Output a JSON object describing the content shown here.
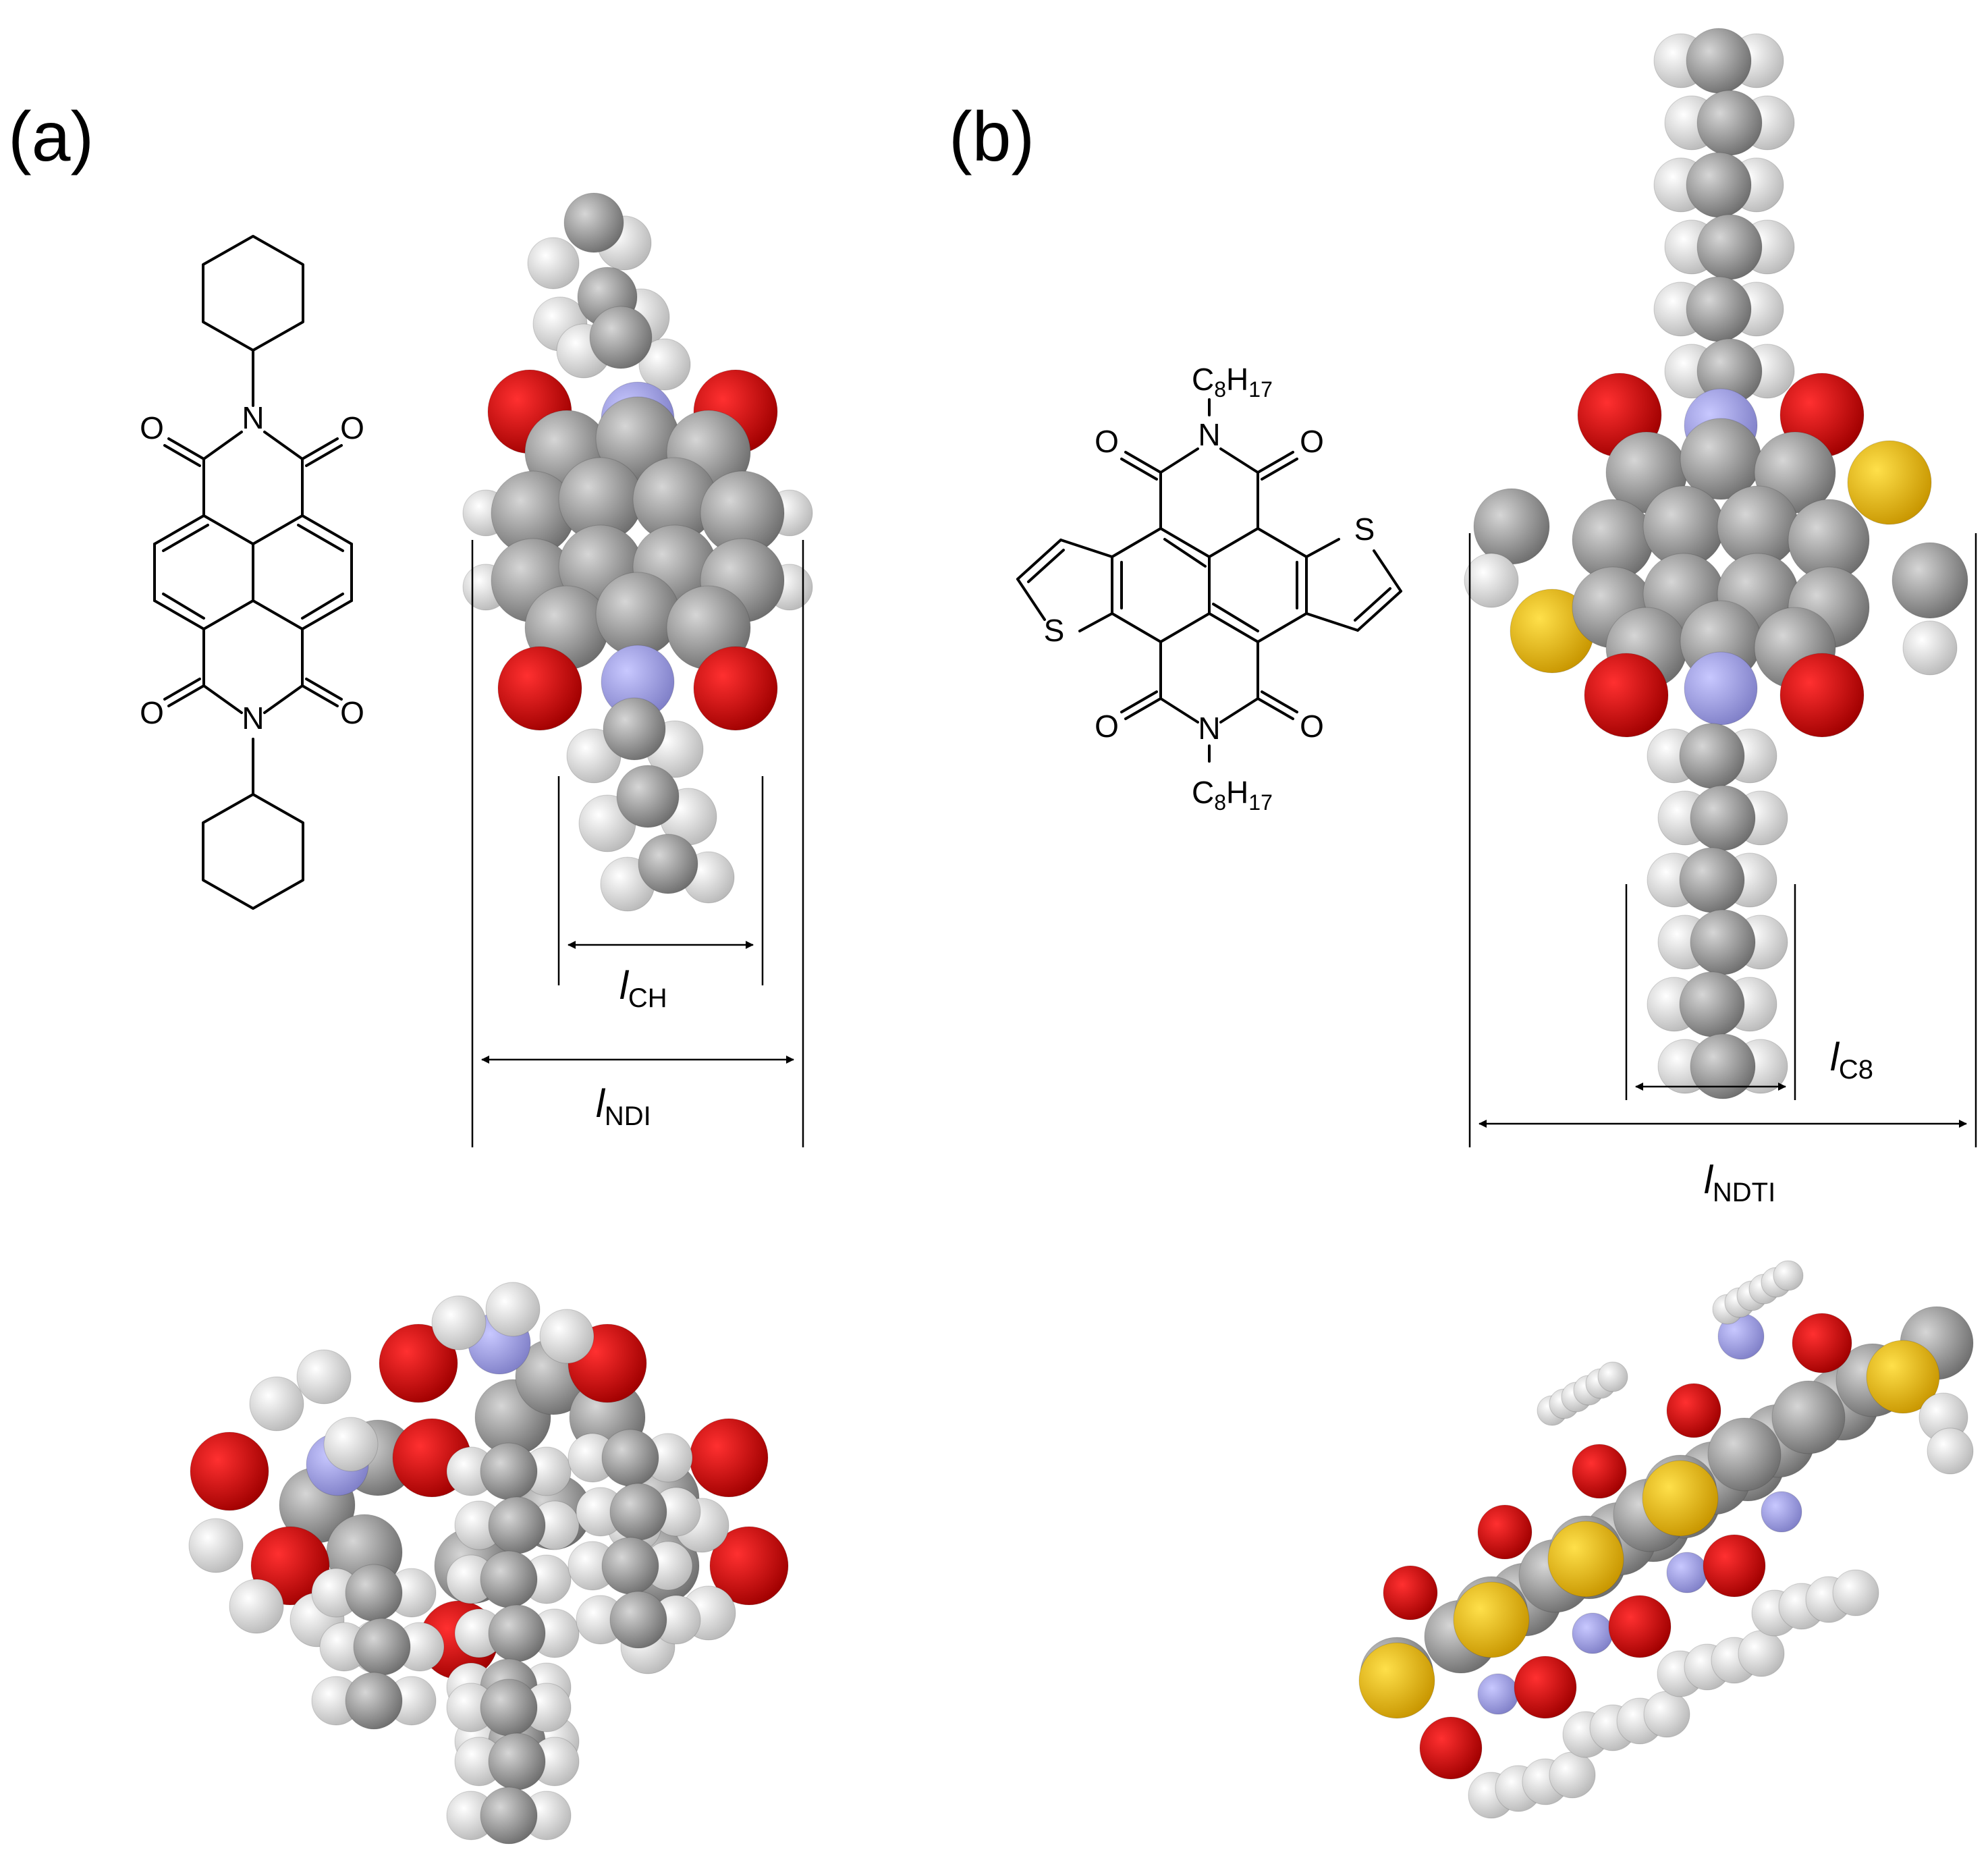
{
  "panels": {
    "a": {
      "label": "(a)"
    },
    "b": {
      "label": "(b)"
    }
  },
  "atoms": {
    "oxygen": "O",
    "nitrogen": "N",
    "sulfur": "S"
  },
  "substituent": {
    "main": "C",
    "sub1": "8",
    "main2": "H",
    "sub2": "17"
  },
  "dimensions": {
    "l_ch": {
      "symbol": "l",
      "subscript": "CH"
    },
    "l_ndi": {
      "symbol": "l",
      "subscript": "NDI"
    },
    "l_c8": {
      "symbol": "l",
      "subscript": "C8"
    },
    "l_ndti": {
      "symbol": "l",
      "subscript": "NDTI"
    }
  },
  "colors": {
    "carbon": "#9a9a9a",
    "hydrogen": "#f2f2f2",
    "oxygen": "#e00000",
    "nitrogen": "#a8a8ee",
    "sulfur": "#f5c400"
  }
}
